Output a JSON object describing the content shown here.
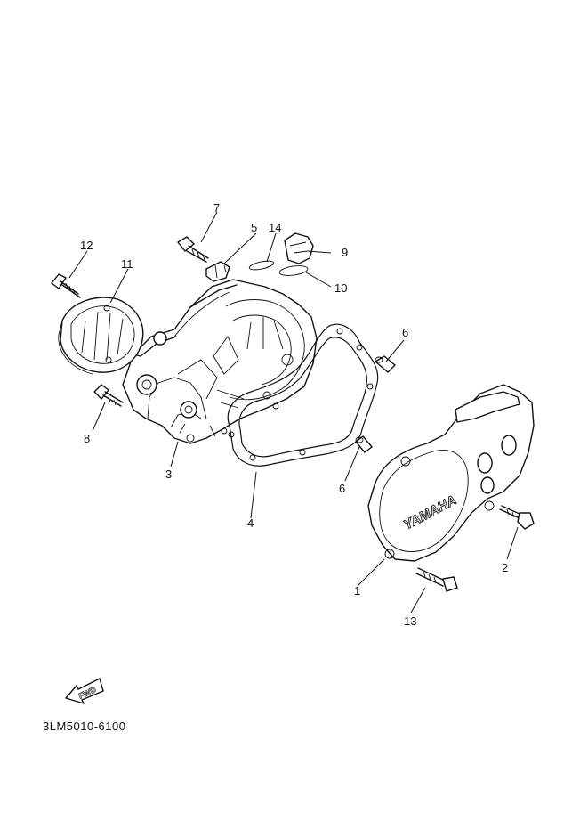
{
  "diagram": {
    "catalog_code": "3LM5010-6100",
    "cover_brand": "YAMAHA",
    "fwd_label": "FWD",
    "part_numbers": {
      "p1": "1",
      "p2": "2",
      "p3": "3",
      "p4": "4",
      "p5": "5",
      "p6a": "6",
      "p6b": "6",
      "p7": "7",
      "p8": "8",
      "p9": "9",
      "p10": "10",
      "p11": "11",
      "p12": "12",
      "p13": "13",
      "p14": "14"
    }
  }
}
